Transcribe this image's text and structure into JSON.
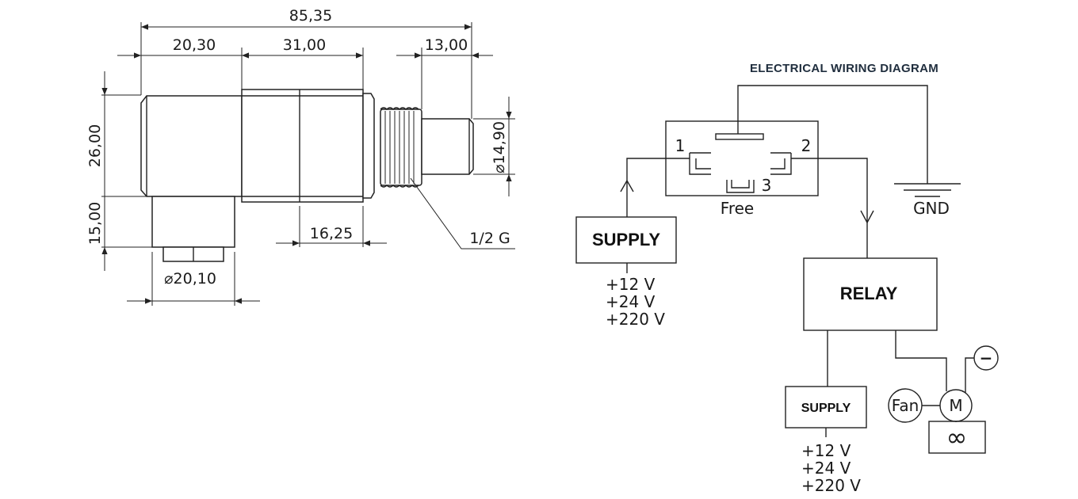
{
  "drawing": {
    "dim_overall": "85,35",
    "dim_a": "20,30",
    "dim_b": "31,00",
    "dim_c": "13,00",
    "dim_height_main": "26,00",
    "dim_height_conn": "15,00",
    "dim_dia_thread": "⌀14,90",
    "dim_dia_conn": "⌀20,10",
    "dim_hex": "16,25",
    "thread_label": "1/2 G"
  },
  "wiring": {
    "title": "ELECTRICAL WIRING DIAGRAM",
    "pin1": "1",
    "pin2": "2",
    "pin3": "3",
    "free_label": "Free",
    "gnd_label": "GND",
    "supply1_label": "SUPPLY",
    "supply1_voltages": [
      "+12 V",
      "+24 V",
      "+220 V"
    ],
    "relay_label": "RELAY",
    "supply2_label": "SUPPLY",
    "supply2_voltages": [
      "+12 V",
      "+24 V",
      "+220 V"
    ],
    "fan_label": "Fan",
    "motor_label": "M",
    "minus_label": "−",
    "infinity_label": "∞"
  }
}
